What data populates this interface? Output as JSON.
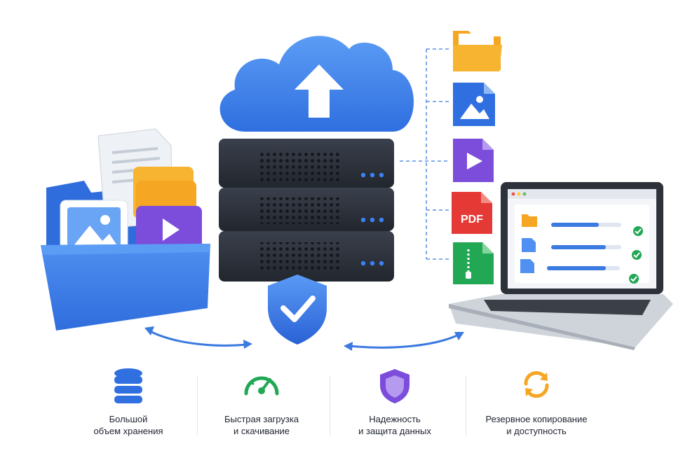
{
  "laptop_icons": [
    "folder-icon",
    "file-icon",
    "file-icon"
  ],
  "file_icons": [
    "folder-icon",
    "image-file-icon",
    "video-file-icon",
    "pdf-file-icon",
    "zip-file-icon"
  ],
  "pdf_label": "PDF",
  "colors": {
    "blue": "#3b7ae0",
    "dark_blue": "#2563d6",
    "server": "#2a2f3a",
    "led": "#3b82f6",
    "green": "#22a854",
    "orange": "#f5a623",
    "purple": "#7c4ddb",
    "red": "#e53935"
  },
  "features": [
    {
      "icon": "database-icon",
      "line1": "Большой",
      "line2": "объем хранения"
    },
    {
      "icon": "speedometer-icon",
      "line1": "Быстрая загрузка",
      "line2": "и скачивание"
    },
    {
      "icon": "shield-icon",
      "line1": "Надежность",
      "line2": "и защита данных"
    },
    {
      "icon": "sync-icon",
      "line1": "Резервное копирование",
      "line2": "и доступность"
    }
  ]
}
